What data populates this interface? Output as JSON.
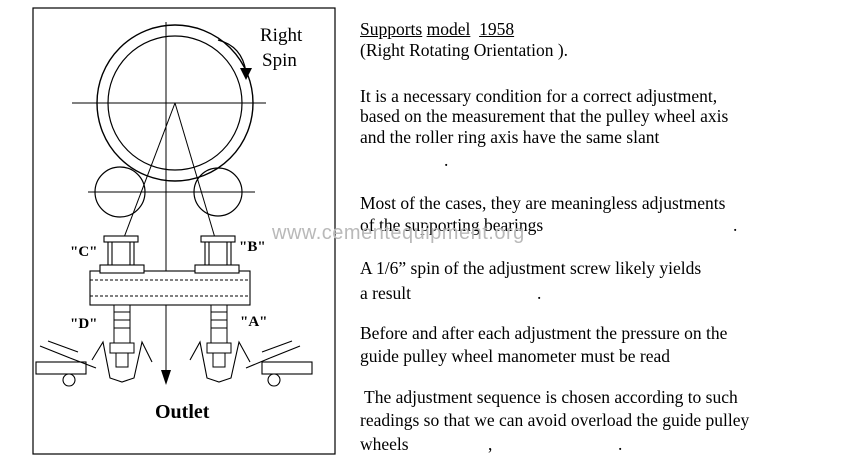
{
  "diagram": {
    "spin_label_line1": "Right",
    "spin_label_line2": "Spin",
    "label_c": "\"C\"",
    "label_b": "\"B\"",
    "label_d": "\"D\"",
    "label_a": "\"A\"",
    "outlet_label": "Outlet"
  },
  "text": {
    "heading_supports": "Supports",
    "heading_model": "model",
    "heading_year": "1958",
    "orientation": "(Right Rotating Orientation ).",
    "para1_line1": "It is a necessary condition for a correct adjustment,",
    "para1_line2": "based on the measurement that the pulley wheel axis",
    "para1_line3": "and the roller ring axis have the same slant",
    "para1_line4": ".",
    "para2_line1": "Most of the cases, they are meaningless adjustments",
    "para2_line2": "of the supporting bearings",
    "para2_line2_end": ".",
    "para3_line1": "A 1/6” spin of the adjustment screw likely yields",
    "para3_line2": "a result",
    "para3_line2_end": ".",
    "para4_line1": "Before and after each adjustment the pressure on the",
    "para4_line2": "guide pulley wheel manometer must be read",
    "para5_line1": " The adjustment sequence is chosen according to such",
    "para5_line2": "readings so that we can avoid overload the guide pulley",
    "para5_line3": "wheels",
    "para5_line3_comma": ",",
    "para5_line3_end": "."
  },
  "watermark": "www.cementequipment.org"
}
